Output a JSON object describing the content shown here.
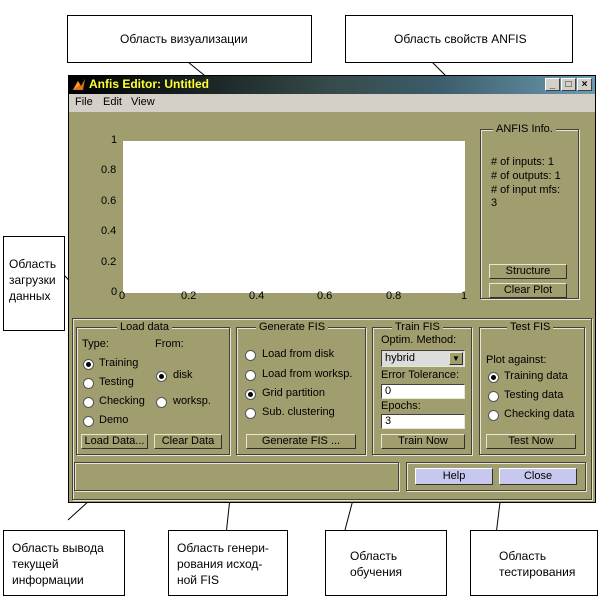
{
  "callouts": {
    "visual": "Область визуализации",
    "anfis_props": "Область свойств ANFIS",
    "load_area": [
      "Область",
      "загрузки",
      "данных"
    ],
    "output_area": [
      "Область вывода",
      "текущей",
      "информации"
    ],
    "gen_area": [
      "Область генери-",
      "рования исход-",
      "ной FIS"
    ],
    "train_area": [
      "Область",
      "обучения"
    ],
    "test_area": [
      "Область",
      "тестирования"
    ]
  },
  "window": {
    "title": "Anfis Editor: Untitled",
    "minimize": "_",
    "maximize": "□",
    "close": "×"
  },
  "menu": [
    "File",
    "Edit",
    "View"
  ],
  "plot": {
    "x_ticks": [
      "0",
      "0.2",
      "0.4",
      "0.6",
      "0.8",
      "1"
    ],
    "y_ticks": [
      "1",
      "0.8",
      "0.6",
      "0.4",
      "0.2",
      "0"
    ]
  },
  "anfis_info": {
    "title": "ANFIS Info.",
    "inputs": "# of inputs: 1",
    "outputs": "# of outputs: 1",
    "input_mfs": "# of input mfs:",
    "mfs_value": "3",
    "structure_btn": "Structure",
    "clear_plot_btn": "Clear Plot"
  },
  "load_data": {
    "title": "Load data",
    "type_label": "Type:",
    "from_label": "From:",
    "types": [
      "Training",
      "Testing",
      "Checking",
      "Demo"
    ],
    "selected_type": "Training",
    "sources": [
      "disk",
      "worksp."
    ],
    "selected_source": "disk",
    "load_btn": "Load Data...",
    "clear_btn": "Clear Data"
  },
  "generate_fis": {
    "title": "Generate FIS",
    "options": [
      "Load from disk",
      "Load from worksp.",
      "Grid partition",
      "Sub. clustering"
    ],
    "selected": "Grid partition",
    "button": "Generate FIS ..."
  },
  "train_fis": {
    "title": "Train FIS",
    "optim_label": "Optim. Method:",
    "optim_value": "hybrid",
    "tolerance_label": "Error Tolerance:",
    "tolerance_value": "0",
    "epochs_label": "Epochs:",
    "epochs_value": "3",
    "button": "Train Now"
  },
  "test_fis": {
    "title": "Test FIS",
    "plot_against": "Plot against:",
    "options": [
      "Training data",
      "Testing data",
      "Checking data"
    ],
    "selected": "Training data",
    "button": "Test Now"
  },
  "bottom": {
    "status": "",
    "help_btn": "Help",
    "close_btn": "Close"
  }
}
